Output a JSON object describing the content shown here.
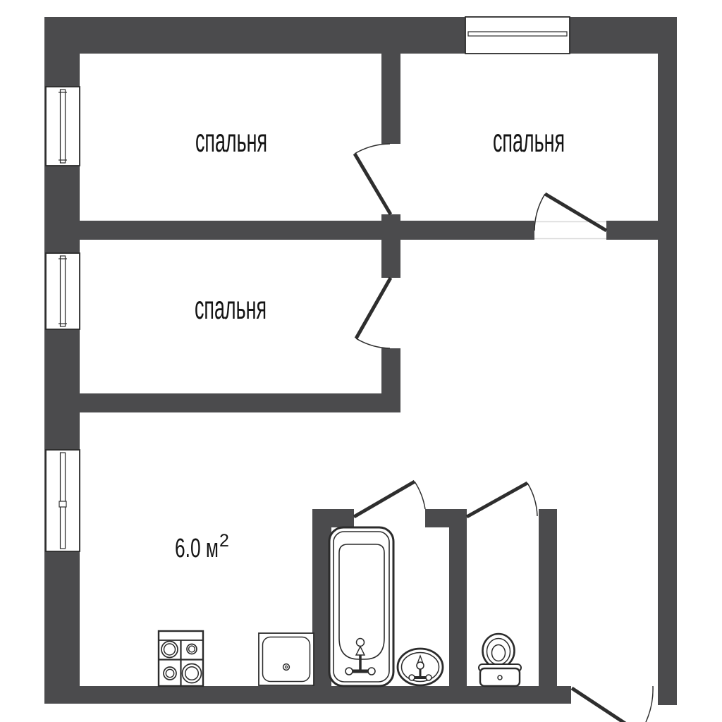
{
  "title": "Apartment floor plan",
  "colors": {
    "wall": "#4b4b4d",
    "line": "#2b2b2b",
    "door": "#2e2e2e",
    "threshold": "#d9d9d9",
    "text": "#141414",
    "background": "#ffffff"
  },
  "rooms": {
    "bedroom_top_left": {
      "label": "спальня"
    },
    "bedroom_top_right": {
      "label": "спальня"
    },
    "bedroom_middle_left": {
      "label": "спальня"
    },
    "kitchen": {
      "area_label": "6.0 м",
      "area_superscript": "2"
    }
  },
  "icons": [
    {
      "name": "window-icon",
      "count": 4
    },
    {
      "name": "door-swing-icon",
      "count": 6
    },
    {
      "name": "stove-icon"
    },
    {
      "name": "kitchen-sink-icon"
    },
    {
      "name": "bathtub-icon"
    },
    {
      "name": "washbasin-icon"
    },
    {
      "name": "toilet-icon"
    }
  ]
}
